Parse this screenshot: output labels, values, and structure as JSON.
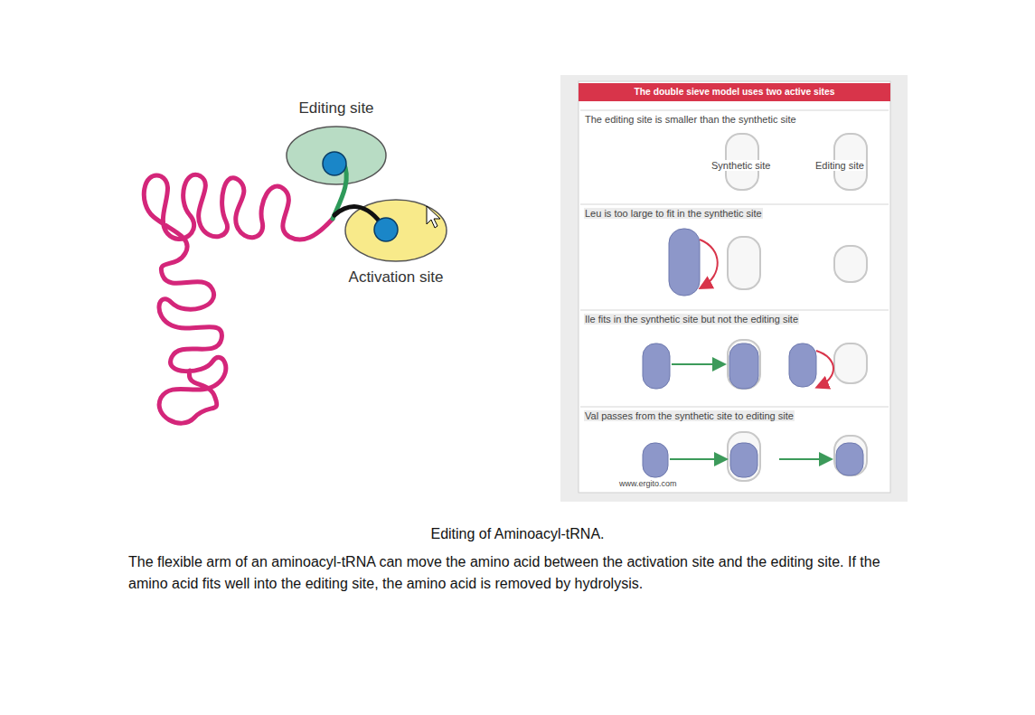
{
  "diagram": {
    "title": "Editing of Aminoacyl-tRNA.",
    "caption": "The flexible arm of an aminoacyl-tRNA can move the amino acid between the activation site and the editing site. If the amino acid fits well into the editing site, the amino acid is removed by hydrolysis.",
    "nodes": [
      {
        "text": [
          "Editing site"
        ]
      },
      {
        "text": [
          "Activation site"
        ]
      },
      {
        "text": [
          "The double sieve model uses two active sites"
        ]
      }
    ],
    "labels": [
      "The editing site is smaller than the synthetic site",
      "Synthetic site",
      "Editing site",
      "Leu is too large to fit in the synthetic site",
      "Ile fits in the synthetic site but not the editing site",
      "Val passes from the synthetic site to editing site",
      "www.ergito.com"
    ]
  }
}
